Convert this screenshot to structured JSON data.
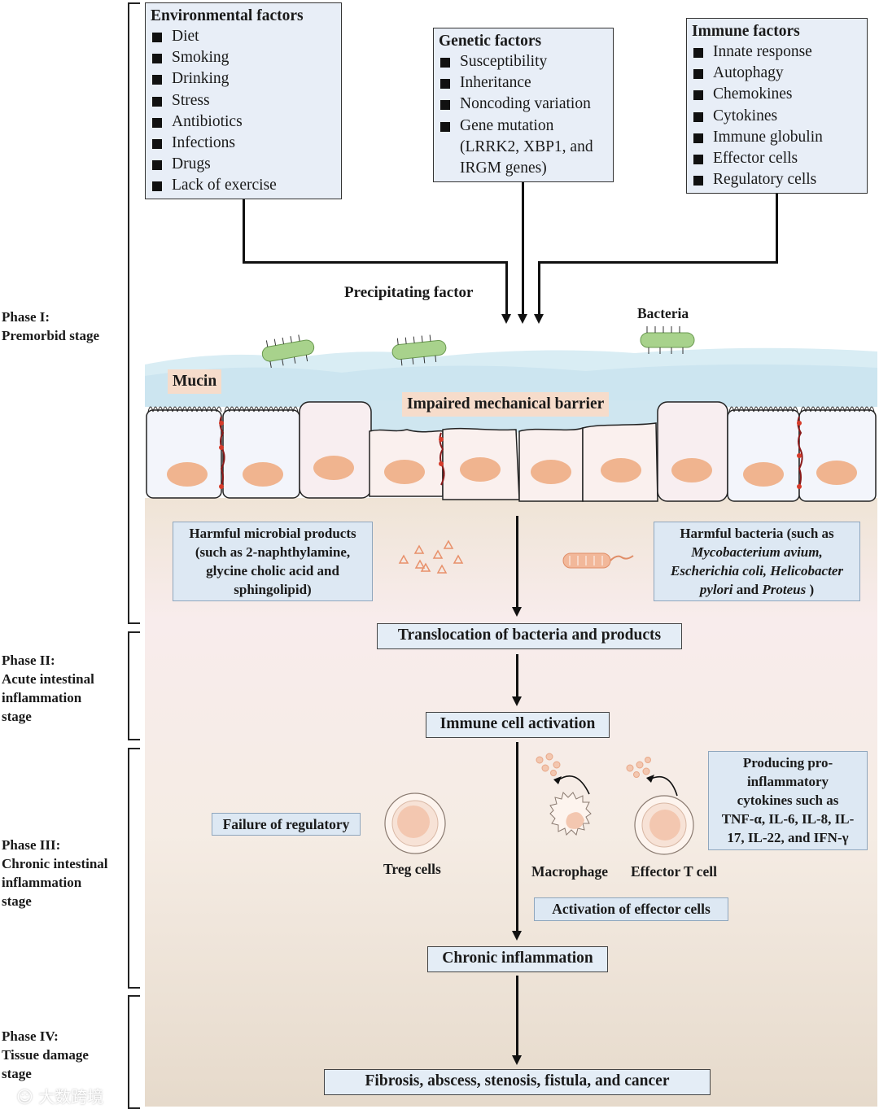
{
  "phases": {
    "phase1": {
      "title": "Phase I:",
      "name": "Premorbid stage"
    },
    "phase2": {
      "title": "Phase II:",
      "line1": "Acute intestinal",
      "line2": "inflammation",
      "line3": "stage"
    },
    "phase3": {
      "title": "Phase III:",
      "line1": "Chronic intestinal",
      "line2": "inflammation",
      "line3": "stage"
    },
    "phase4": {
      "title": "Phase IV:",
      "line1": "Tissue damage",
      "line2": "stage"
    }
  },
  "environmental": {
    "title": "Environmental factors",
    "items": [
      "Diet",
      "Smoking",
      "Drinking",
      "Stress",
      "Antibiotics",
      "Infections",
      "Drugs",
      "Lack of exercise"
    ]
  },
  "genetic": {
    "title": "Genetic factors",
    "items": [
      "Susceptibility",
      "Inheritance",
      "Noncoding variation",
      "Gene mutation"
    ],
    "mutation_detail_1": "(LRRK2, XBP1, and",
    "mutation_detail_2": "IRGM genes)"
  },
  "immune": {
    "title": "Immune factors",
    "items": [
      "Innate response",
      "Autophagy",
      "Chemokines",
      "Cytokines",
      "Immune globulin",
      "Effector cells",
      "Regulatory cells"
    ]
  },
  "labels": {
    "precipitating": "Precipitating factor",
    "bacteria": "Bacteria",
    "mucin": "Mucin",
    "impaired_barrier": "Impaired mechanical barrier",
    "treg": "Treg cells",
    "macrophage": "Macrophage",
    "effector_t": "Effector T cell",
    "failure_regulatory": "Failure of regulatory",
    "activation_effector": "Activation of effector cells"
  },
  "harmful_products": {
    "line1": "Harmful microbial products",
    "line2": "(such as 2-naphthylamine,",
    "line3": "glycine cholic acid and",
    "line4": "sphingolipid)"
  },
  "harmful_bacteria": {
    "line1": "Harmful bacteria (such as",
    "species1": "Mycobacterium avium,",
    "species2": "Escherichia coli,",
    "species3": "Helicobacter",
    "species4": "pylori",
    "conj": "and",
    "species5": "Proteus",
    "close": ")"
  },
  "cytokines": {
    "line1": "Producing pro-",
    "line2": "inflammatory",
    "line3": "cytokines such as",
    "line4": "TNF-α, IL-6, IL-8, IL-",
    "line5": "17, IL-22, and IFN-γ"
  },
  "steps": {
    "translocation": "Translocation of bacteria and products",
    "immune_activation": "Immune cell activation",
    "chronic": "Chronic inflammation",
    "outcome": "Fibrosis, abscess, stenosis, fistula, and cancer"
  },
  "watermark": "大数跨境",
  "colors": {
    "factor_box": "#e8eef7",
    "step_box": "#e4edf6",
    "mucus": "#cfe6f0",
    "cell": "#f7eef0",
    "nucleus": "#f0b48f",
    "bacterium": "#a8d28c",
    "lumen_tan": "#e6dacb"
  }
}
